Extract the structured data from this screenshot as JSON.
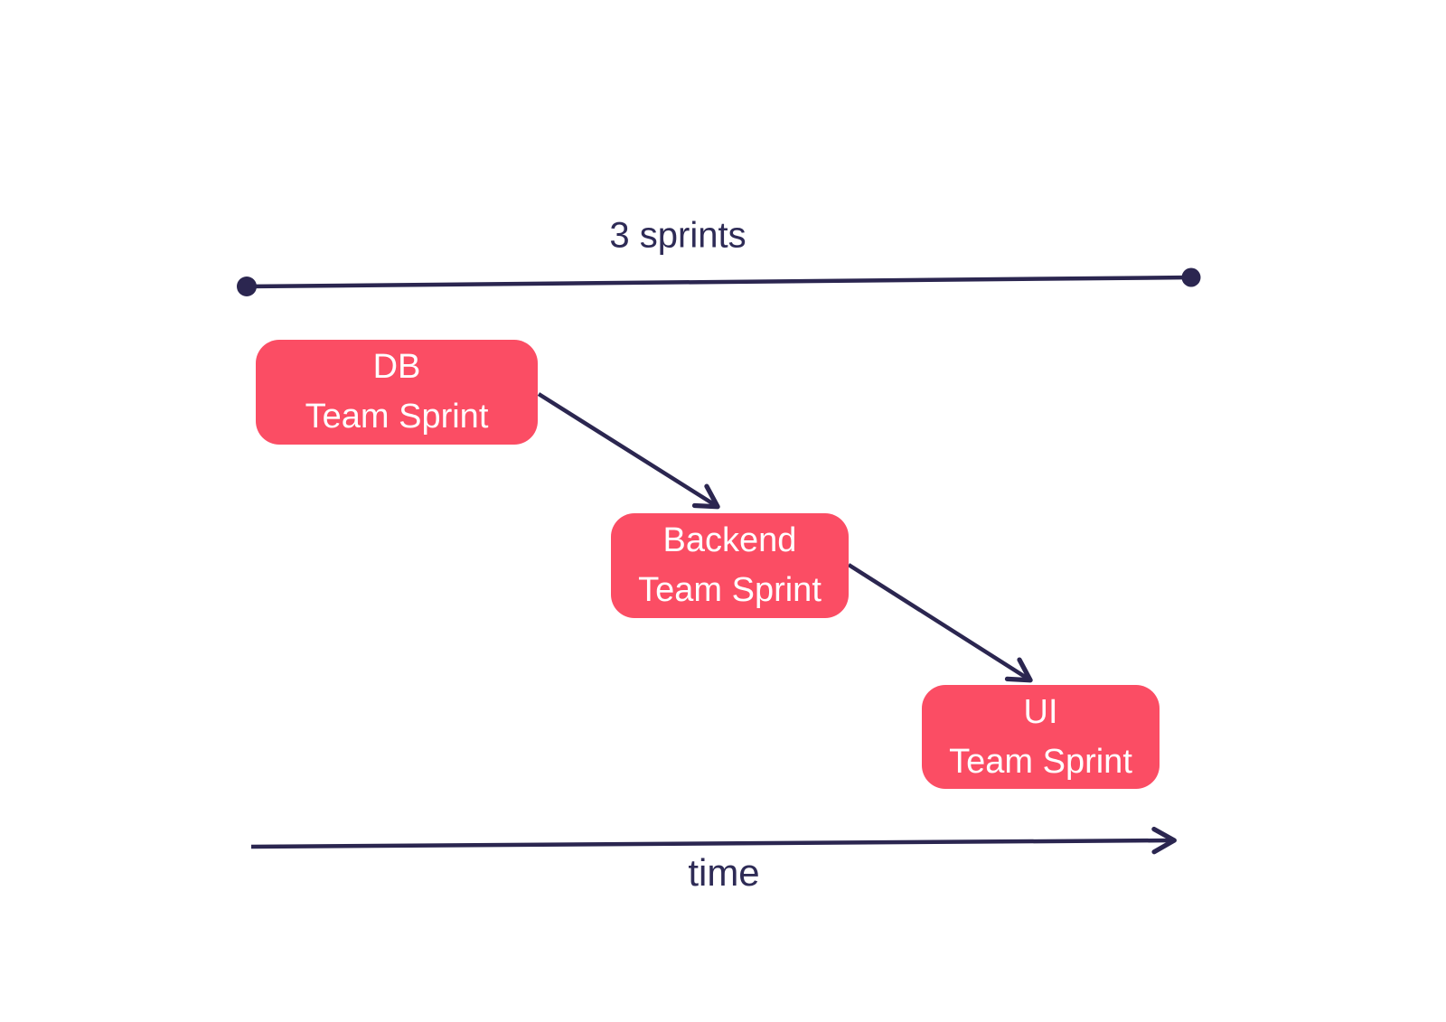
{
  "diagram": {
    "title_span": {
      "label": "3 sprints"
    },
    "time_axis": {
      "label": "time"
    },
    "nodes": [
      {
        "id": "db",
        "line1": "DB",
        "line2": "Team Sprint"
      },
      {
        "id": "backend",
        "line1": "Backend",
        "line2": "Team Sprint"
      },
      {
        "id": "ui",
        "line1": "UI",
        "line2": "Team Sprint"
      }
    ],
    "connectors": [
      {
        "from": "db",
        "to": "backend",
        "style": "open-chevron-arrow"
      },
      {
        "from": "backend",
        "to": "ui",
        "style": "open-chevron-arrow"
      }
    ],
    "colors": {
      "background": "#ffffff",
      "node_fill": "#fb4d64",
      "node_text": "#ffffff",
      "line": "#2b2650",
      "label_text": "#2e2b56"
    }
  }
}
